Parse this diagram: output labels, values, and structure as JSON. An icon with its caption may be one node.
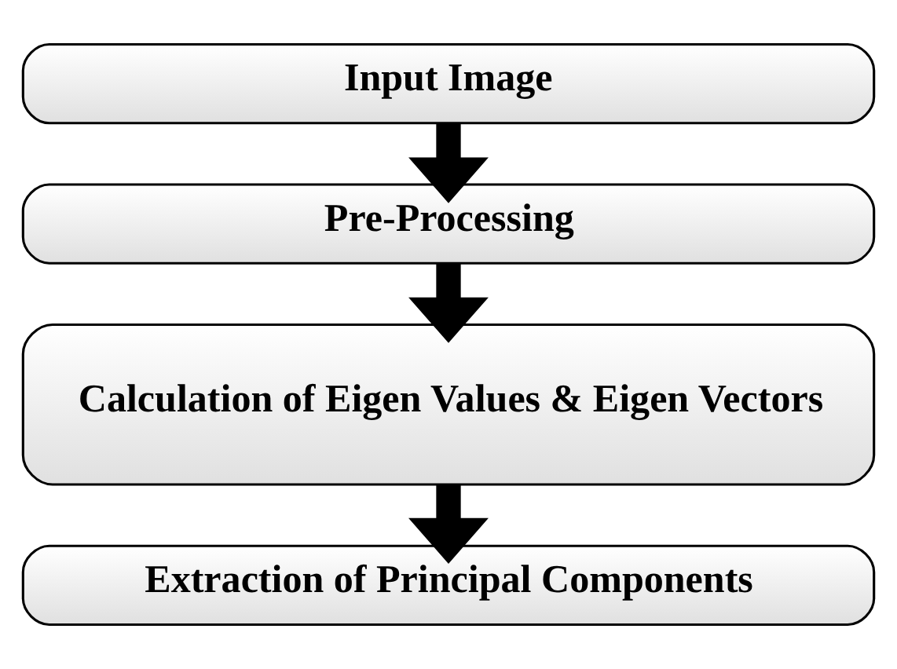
{
  "diagram": {
    "nodes": [
      {
        "text": [
          "Input Image"
        ]
      },
      {
        "text": [
          "Pre-Processing"
        ]
      },
      {
        "text": [
          "Calculation of Eigen Values & Eigen Vectors"
        ]
      },
      {
        "text": [
          "Extraction of Principal Components"
        ]
      }
    ],
    "edges": [
      {
        "from": 0,
        "to": 1,
        "arrow": "to"
      },
      {
        "from": 1,
        "to": 2,
        "arrow": "to"
      },
      {
        "from": 2,
        "to": 3,
        "arrow": "to"
      }
    ]
  }
}
